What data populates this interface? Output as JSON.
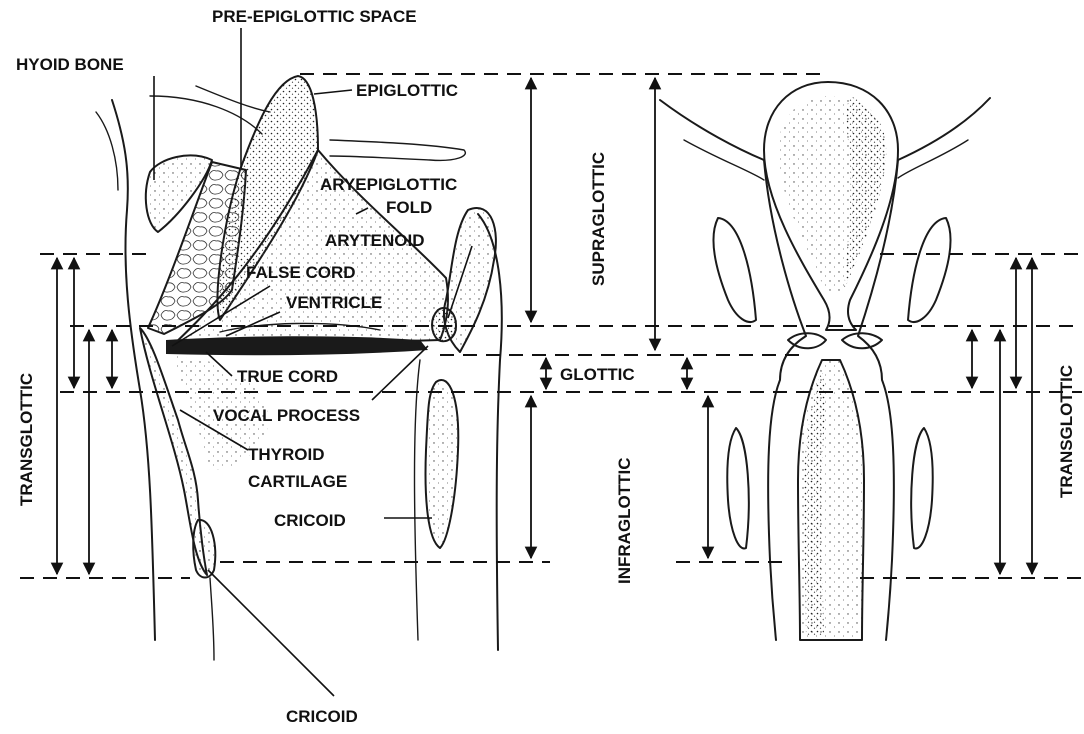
{
  "labels": {
    "pre_epiglottic_space": "PRE-EPIGLOTTIC SPACE",
    "hyoid_bone": "HYOID BONE",
    "epiglottic": "EPIGLOTTIC",
    "aryepiglottic_line1": "ARYEPIGLOTTIC",
    "aryepiglottic_line2": "FOLD",
    "arytenoid": "ARYTENOID",
    "false_cord": "FALSE CORD",
    "ventricle": "VENTRICLE",
    "true_cord": "TRUE CORD",
    "vocal_process": "VOCAL PROCESS",
    "thyroid_line1": "THYROID",
    "thyroid_line2": "CARTILAGE",
    "cricoid_right": "CRICOID",
    "cricoid_bottom": "CRICOID"
  },
  "regions": {
    "supraglottic": "SUPRAGLOTTIC",
    "glottic": "GLOTTIC",
    "infraglottic": "INFRAGLOTTIC",
    "transglottic_left": "TRANSGLOTTIC",
    "transglottic_right": "TRANSGLOTTIC"
  }
}
